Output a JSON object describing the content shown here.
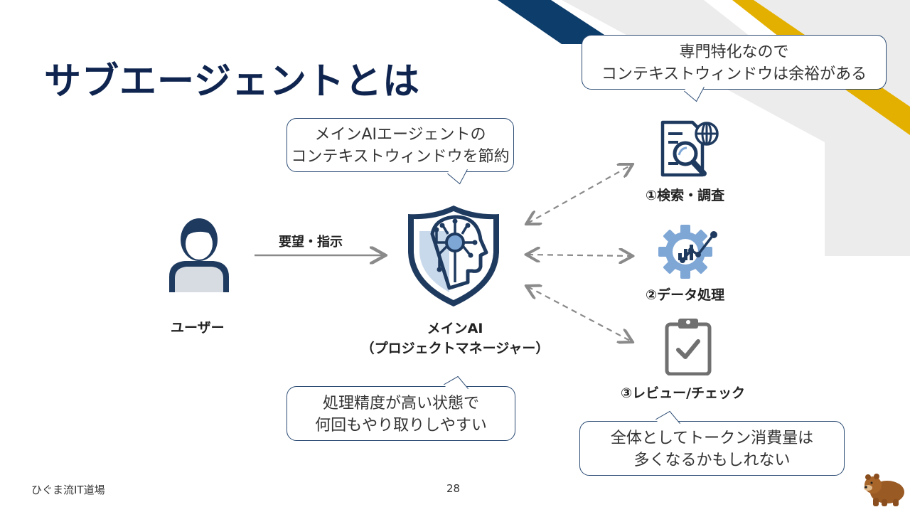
{
  "slide": {
    "title": "サブエージェントとは",
    "footer_left": "ひぐま流IT道場",
    "page_number": "28"
  },
  "nodes": {
    "user": {
      "label": "ユーザー",
      "icon": "person-icon"
    },
    "main_ai": {
      "label_line1": "メインAI",
      "label_line2": "（プロジェクトマネージャー）",
      "icon": "ai-brain-shield-icon"
    },
    "sub1": {
      "label": "①検索・調査",
      "icon": "document-search-globe-icon"
    },
    "sub2": {
      "label": "②データ処理",
      "icon": "gear-chart-icon"
    },
    "sub3": {
      "label": "③レビュー/チェック",
      "icon": "clipboard-check-icon"
    }
  },
  "edges": {
    "user_to_main": "要望・指示"
  },
  "callouts": {
    "main_context": {
      "line1": "メインAIエージェントの",
      "line2": "コンテキストウィンドウを節約"
    },
    "specialized": {
      "line1": "専門特化なので",
      "line2": "コンテキストウィンドウは余裕がある"
    },
    "accuracy": {
      "line1": "処理精度が高い状態で",
      "line2": "何回もやり取りしやすい"
    },
    "tokens": {
      "line1": "全体としてトークン消費量は",
      "line2": "多くなるかもしれない"
    }
  },
  "colors": {
    "title_navy": "#0f2550",
    "deco_navy": "#0d3d6b",
    "deco_gold": "#e6b000",
    "deco_gray": "#e6e6e6",
    "icon_navy": "#1f3a5f",
    "icon_blue": "#7fa7d6",
    "icon_gray": "#707070"
  }
}
